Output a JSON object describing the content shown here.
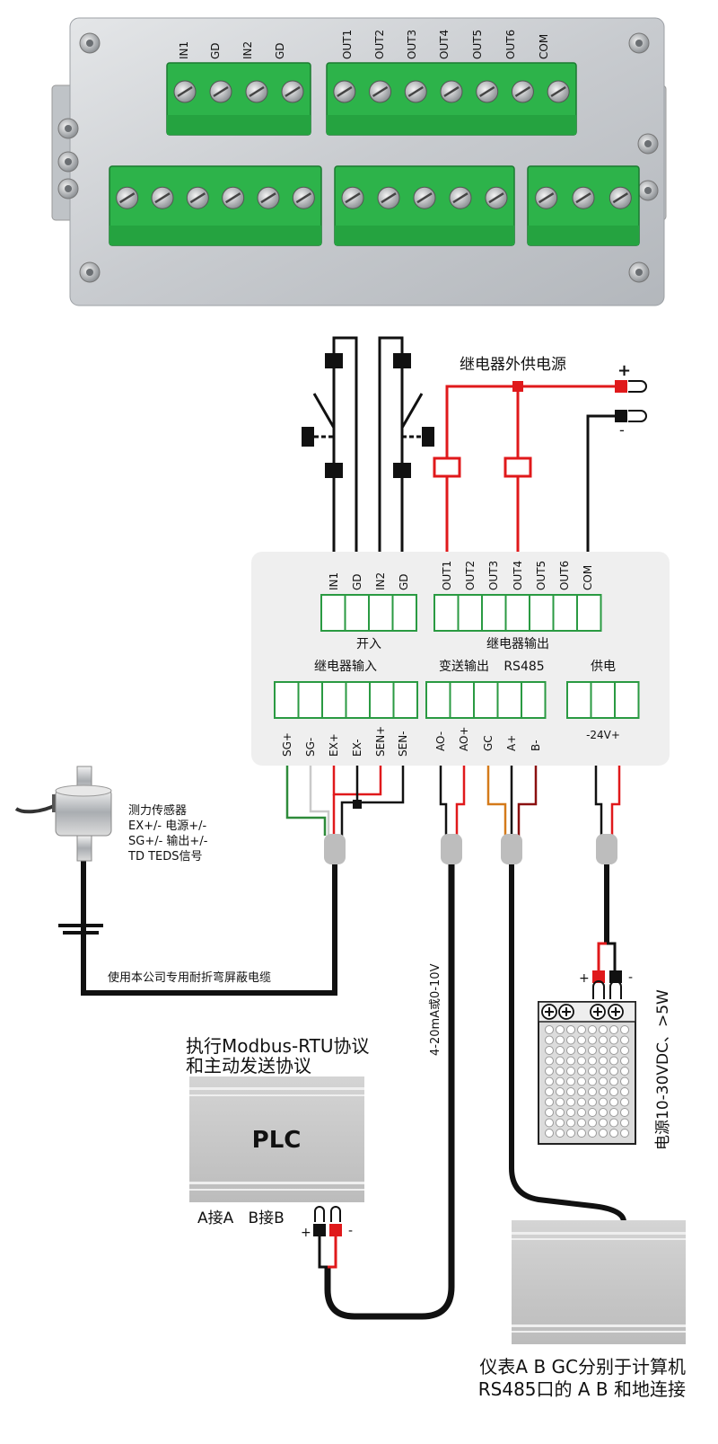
{
  "device_photo": {
    "top_row_left_labels": [
      "IN1",
      "GD",
      "IN2",
      "GD"
    ],
    "top_row_right_labels": [
      "OUT1",
      "OUT2",
      "OUT3",
      "OUT4",
      "OUT5",
      "OUT6",
      "COM"
    ]
  },
  "relay_supply": {
    "title": "继电器外供电源",
    "plus": "+",
    "minus": "-"
  },
  "panel": {
    "top_pins_left": [
      "IN1",
      "GD",
      "IN2",
      "GD"
    ],
    "top_pins_right": [
      "OUT1",
      "OUT2",
      "OUT3",
      "OUT4",
      "OUT5",
      "OUT6",
      "COM"
    ],
    "label_switch_in": "开入",
    "label_relay_out": "继电器输出",
    "label_relay_in": "继电器输入",
    "label_transmit": "变送输出",
    "label_rs485": "RS485",
    "label_power": "供电",
    "bottom_pins_sensor": [
      "SG+",
      "SG-",
      "EX+",
      "EX-",
      "SEN+",
      "SEN-"
    ],
    "bottom_pins_output": [
      "AO-",
      "AO+",
      "GC",
      "A+",
      "B-"
    ],
    "bottom_pins_power": "-24V+"
  },
  "sensor": {
    "lines": [
      "测力传感器",
      "EX+/- 电源+/-",
      "SG+/- 输出+/-",
      "TD TEDS信号"
    ],
    "cable_note": "使用本公司专用耐折弯屏蔽电缆"
  },
  "analog_note": "4-20mA或0-10V",
  "plc": {
    "caption_lines": [
      "执行Modbus-RTU协议",
      "和主动发送协议"
    ],
    "label": "PLC",
    "ab_note": "A接A   B接B",
    "plus": "+",
    "minus": "-"
  },
  "psu": {
    "note": "电源10-30VDC、>5W",
    "plus": "+",
    "minus": "-"
  },
  "computer": {
    "note_lines": [
      "仪表A B GC分别于计算机",
      "RS485口的 A B 和地连接"
    ]
  },
  "colors": {
    "terminal_green": "#2db34a",
    "wire_red": "#e0191b",
    "wire_black": "#111111",
    "wire_green": "#2e8b3a",
    "wire_orange": "#d47a1a",
    "panel_bg": "#efefef",
    "box_gray": "#c9c9c9"
  }
}
